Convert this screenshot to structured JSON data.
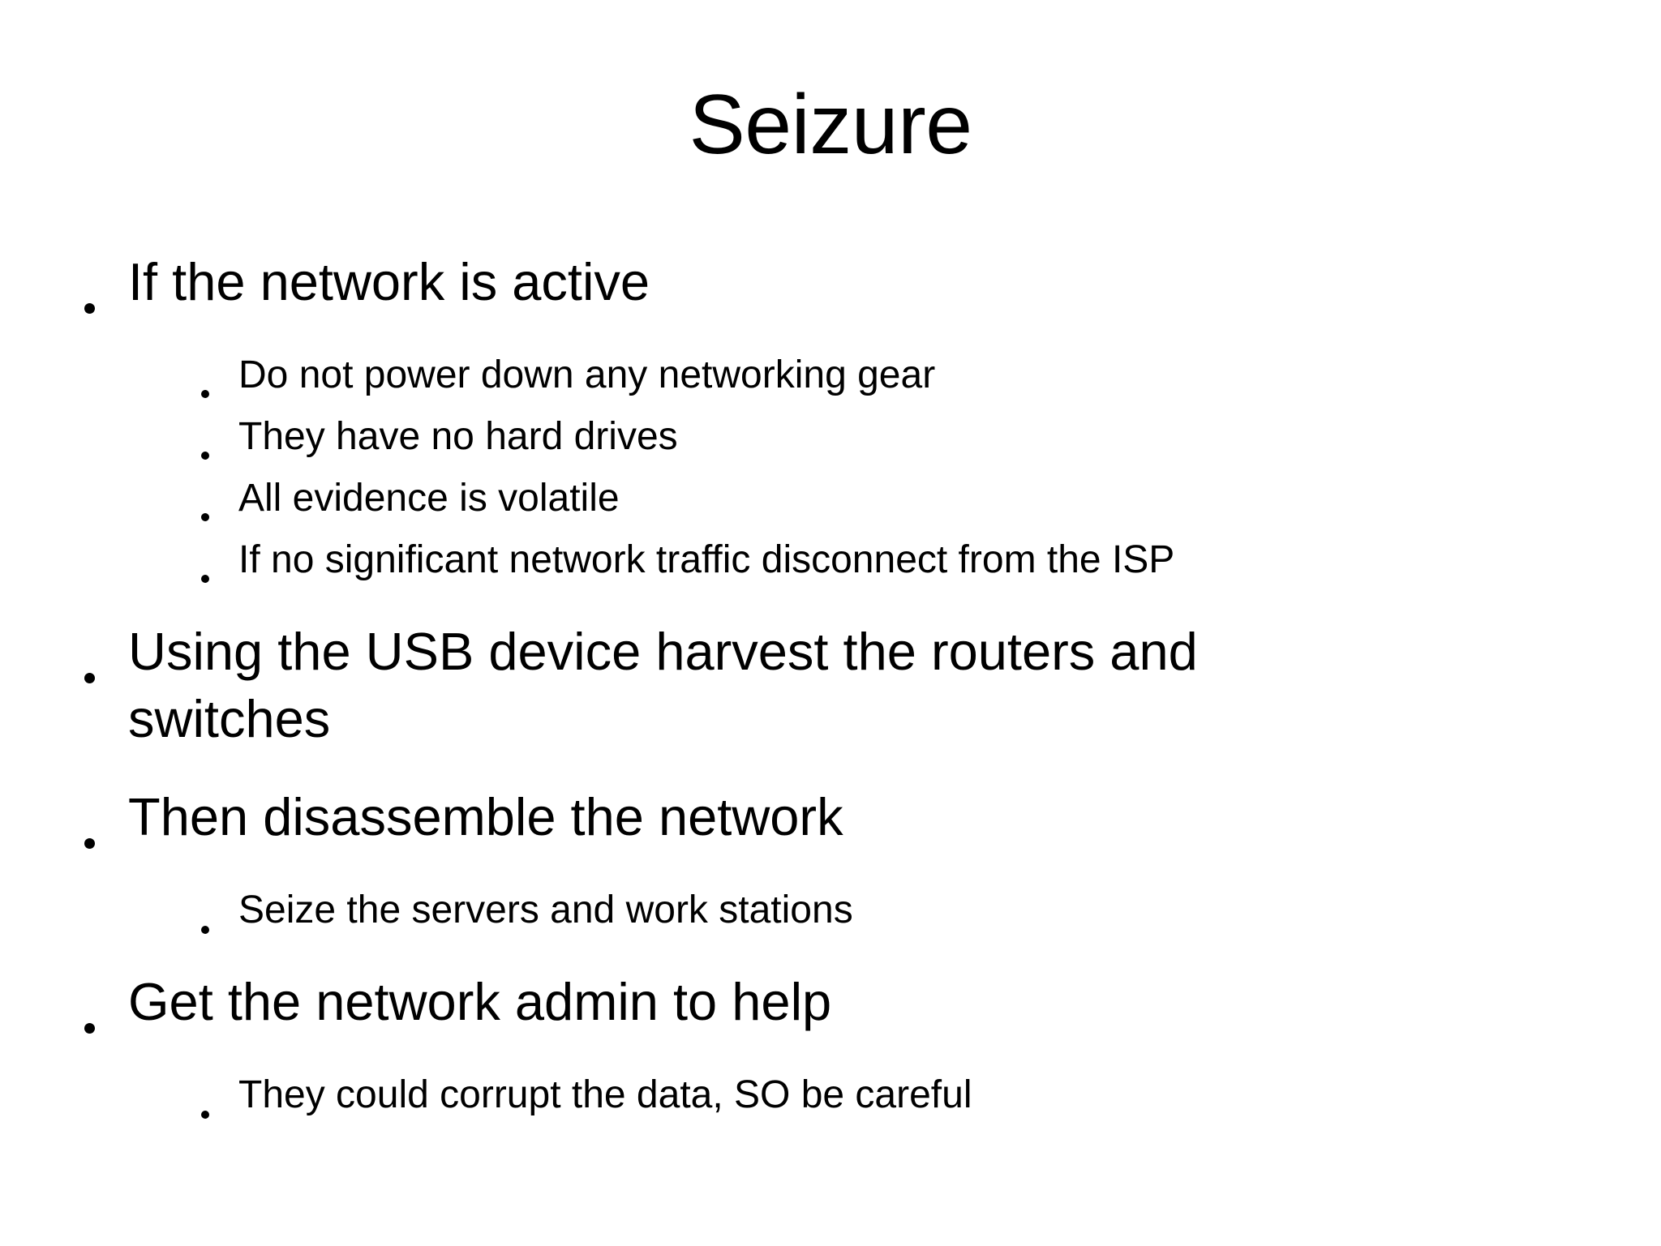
{
  "slide": {
    "title": "Seizure",
    "background_color": "#ffffff",
    "text_color": "#000000",
    "bullet_glyph": "•",
    "content": [
      {
        "level": 1,
        "text": "If the network is active",
        "children": [
          {
            "level": 2,
            "text": "Do not power down any networking gear"
          },
          {
            "level": 2,
            "text": "They have no hard drives"
          },
          {
            "level": 2,
            "text": "All evidence is volatile"
          },
          {
            "level": 2,
            "text": "If no significant network traffic disconnect from the ISP"
          }
        ]
      },
      {
        "level": 1,
        "text": "Using the USB device harvest the routers and switches",
        "children": []
      },
      {
        "level": 1,
        "text": "Then disassemble the network",
        "children": [
          {
            "level": 2,
            "text": "Seize the servers and work stations"
          }
        ]
      },
      {
        "level": 1,
        "text": "Get the network admin to help",
        "children": [
          {
            "level": 2,
            "text": "They could corrupt the data, SO be careful"
          }
        ]
      }
    ]
  }
}
